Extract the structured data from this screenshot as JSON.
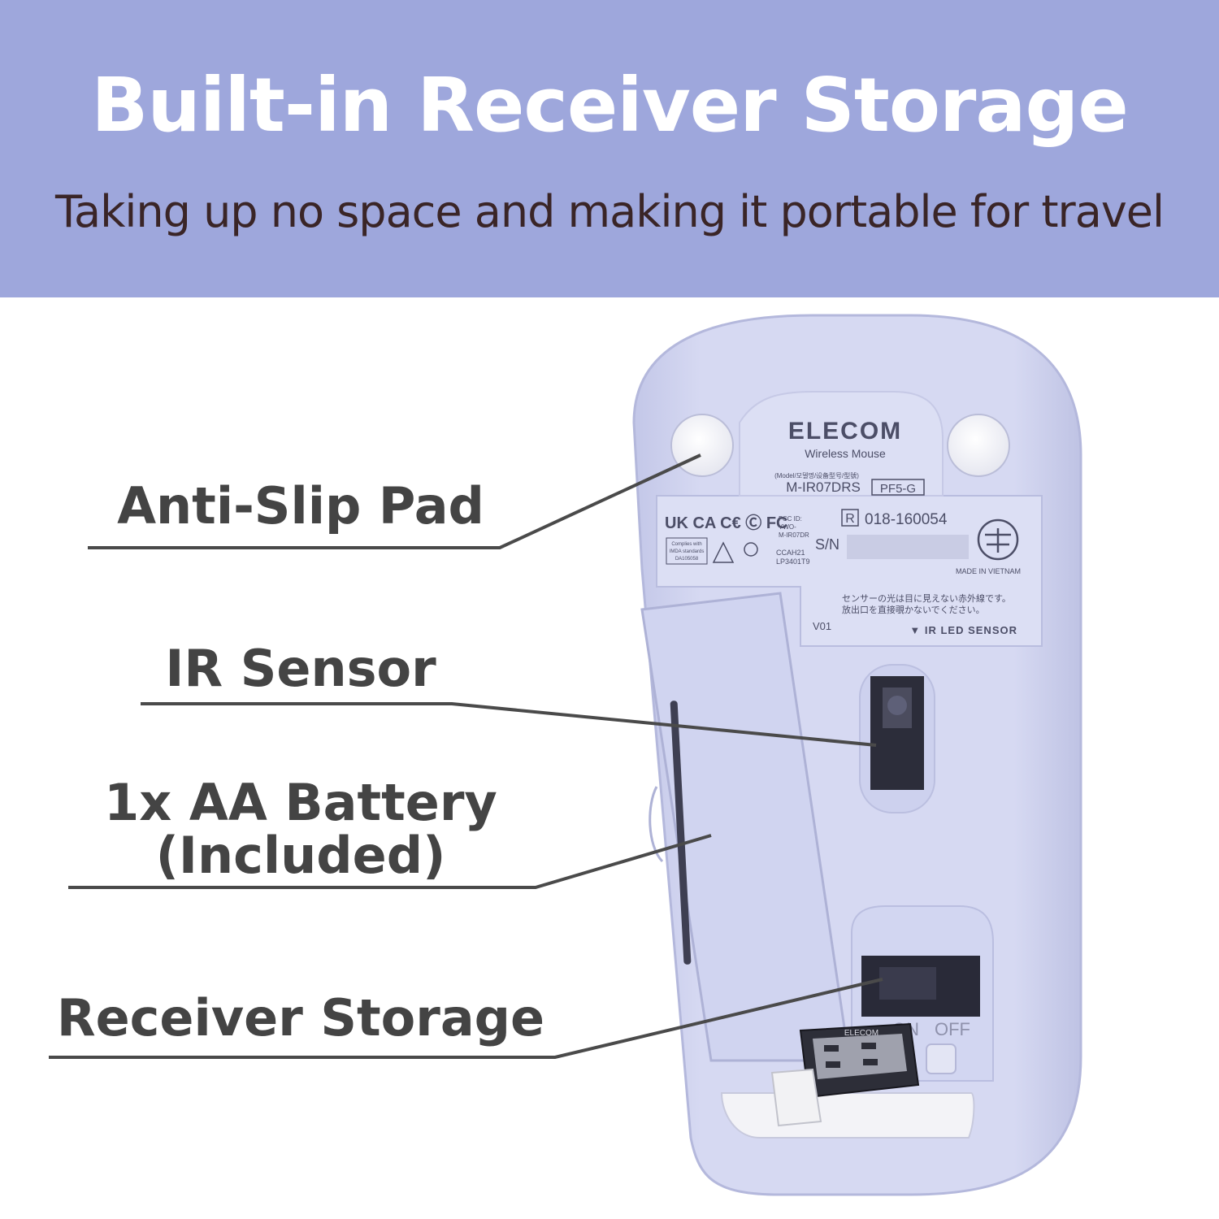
{
  "banner": {
    "title": "Built-in Receiver Storage",
    "subtitle": "Taking up no space and making it portable for travel",
    "background_color": "#9ea7dc"
  },
  "callouts": [
    {
      "label": "Anti-Slip Pad"
    },
    {
      "label": "IR Sensor"
    },
    {
      "label": "1x AA Battery",
      "label_line2": "(Included)"
    },
    {
      "label": "Receiver Storage"
    }
  ],
  "mouse": {
    "color": "#d4d8f2",
    "brand": "ELECOM",
    "product": "Wireless Mouse",
    "model_caption": "(Model/모델명/设备型号/型號)",
    "model": "M-IR07DRS",
    "model_badge": "PF5-G",
    "cert_marks": "UK CA  C€  Ⓒ  FC",
    "fcc_id_line1": "FCC ID:",
    "fcc_id_line2": "YWO-",
    "fcc_id_line3": "M-IR07DR",
    "radio_id": "018-160054",
    "radio_id_mark": "R",
    "serial_label": "S/N",
    "imda_line1": "Complies with",
    "imda_line2": "IMDA standards",
    "imda_line3": "DA105058",
    "ccah_line1": "CCAH21",
    "ccah_line2": "LP3401T9",
    "made_in": "MADE IN VIETNAM",
    "jp_notice_line1": "センサーの光は目に見えない赤外線です。",
    "jp_notice_line2": "放出口を直接覗かないでください。",
    "version": "V01",
    "sensor_label": "▼ IR LED SENSOR",
    "switch_on": "ON",
    "switch_off": "OFF",
    "receiver_brand": "ELECOM"
  }
}
